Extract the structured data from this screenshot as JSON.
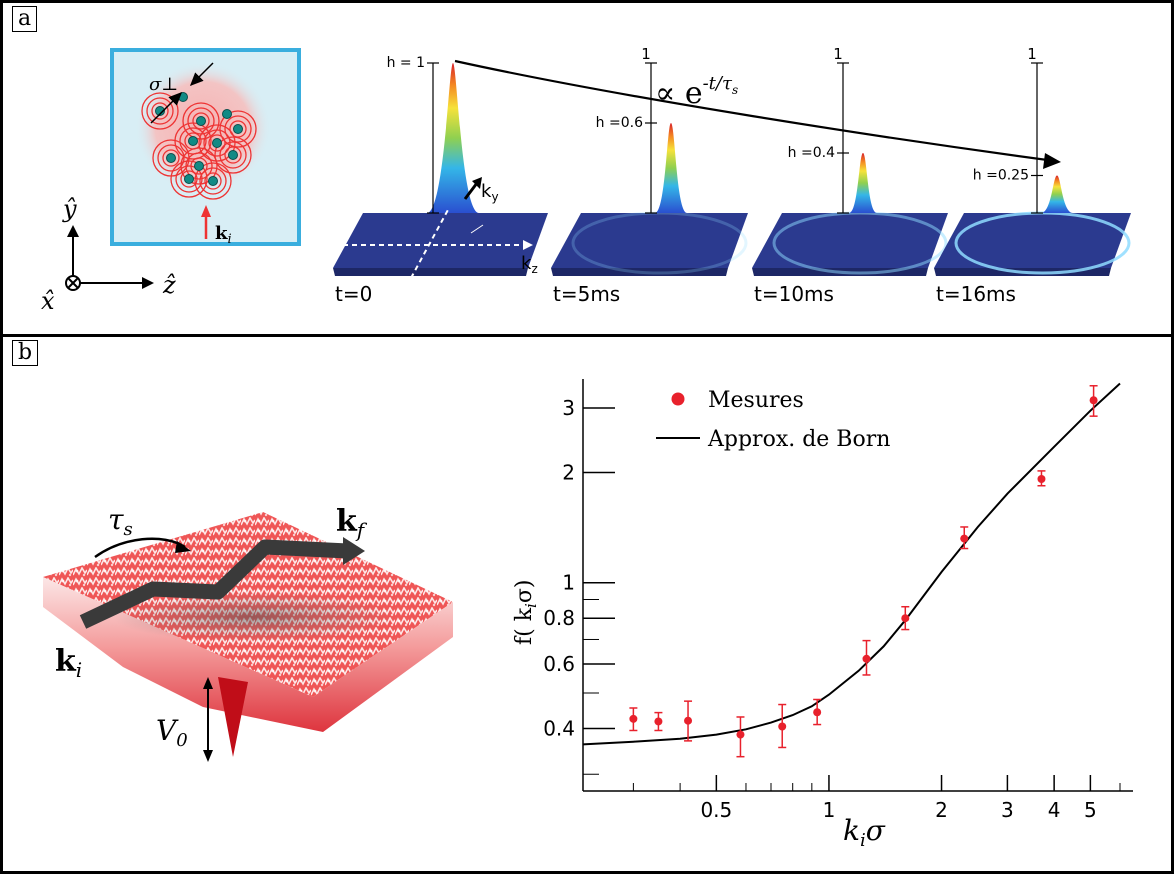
{
  "panel_a": {
    "tag": "a",
    "axes": {
      "y": "ŷ",
      "x": "x̂",
      "z": "ẑ"
    },
    "inset": {
      "sigma_label": "σ⊥",
      "k_label": "k",
      "k_sub": "i"
    },
    "decay_label": "∝ e",
    "decay_exp": "-t/τ",
    "decay_exp_sub": "s",
    "k_labels": {
      "ky": "k",
      "ky_sub": "y",
      "kz": "k",
      "kz_sub": "z"
    },
    "frames": [
      {
        "time": "t=0",
        "h_label": "h = 1",
        "ref_label": "",
        "h": 1.0
      },
      {
        "time": "t=5ms",
        "h_label": "h =0.6",
        "ref_label": "1",
        "h": 0.6
      },
      {
        "time": "t=10ms",
        "h_label": "h =0.4",
        "ref_label": "1",
        "h": 0.4
      },
      {
        "time": "t=16ms",
        "h_label": "h =0.25",
        "ref_label": "1",
        "h": 0.25
      }
    ]
  },
  "panel_b": {
    "tag": "b",
    "landscape": {
      "tau": "τ",
      "tau_sub": "s",
      "kf": "k",
      "kf_sub": "f",
      "ki": "k",
      "ki_sub": "i",
      "v0": "V",
      "v0_sub": "0"
    },
    "chart_data": {
      "type": "scatter",
      "scale": "log-log",
      "xlabel": "k",
      "xlabel_sub": "i",
      "xlabel_tail": "σ",
      "ylabel": "f( k",
      "ylabel_sub": "i",
      "ylabel_tail": "σ)",
      "xlim": [
        0.22,
        6.5
      ],
      "ylim": [
        0.27,
        3.6
      ],
      "xticks": [
        {
          "v": 0.5,
          "label": "0.5"
        },
        {
          "v": 1,
          "label": "1"
        },
        {
          "v": 2,
          "label": "2"
        },
        {
          "v": 3,
          "label": "3"
        },
        {
          "v": 4,
          "label": "4"
        },
        {
          "v": 5,
          "label": "5"
        }
      ],
      "yticks": [
        {
          "v": 0.4,
          "label": "0.4"
        },
        {
          "v": 0.6,
          "label": "0.6"
        },
        {
          "v": 0.8,
          "label": "0.8"
        },
        {
          "v": 1,
          "label": "1"
        },
        {
          "v": 2,
          "label": "2"
        },
        {
          "v": 3,
          "label": "3"
        }
      ],
      "legend": {
        "placement": "top-left",
        "measures": "Mesures",
        "born": "Approx. de Born"
      },
      "series": [
        {
          "name": "Mesures",
          "color": "#e8212c",
          "points": [
            {
              "x": 0.3,
              "y": 0.425,
              "lo": 0.395,
              "hi": 0.455
            },
            {
              "x": 0.35,
              "y": 0.418,
              "lo": 0.395,
              "hi": 0.442
            },
            {
              "x": 0.42,
              "y": 0.42,
              "lo": 0.37,
              "hi": 0.475
            },
            {
              "x": 0.58,
              "y": 0.385,
              "lo": 0.335,
              "hi": 0.43
            },
            {
              "x": 0.75,
              "y": 0.405,
              "lo": 0.355,
              "hi": 0.465
            },
            {
              "x": 0.93,
              "y": 0.443,
              "lo": 0.41,
              "hi": 0.48
            },
            {
              "x": 1.26,
              "y": 0.62,
              "lo": 0.56,
              "hi": 0.695
            },
            {
              "x": 1.6,
              "y": 0.8,
              "lo": 0.745,
              "hi": 0.86
            },
            {
              "x": 2.3,
              "y": 1.32,
              "lo": 1.24,
              "hi": 1.42
            },
            {
              "x": 3.7,
              "y": 1.92,
              "lo": 1.84,
              "hi": 2.02
            },
            {
              "x": 5.1,
              "y": 3.15,
              "lo": 2.85,
              "hi": 3.45
            }
          ]
        },
        {
          "name": "Approx. de Born",
          "color": "#000000",
          "line": [
            {
              "x": 0.22,
              "y": 0.362
            },
            {
              "x": 0.3,
              "y": 0.368
            },
            {
              "x": 0.4,
              "y": 0.375
            },
            {
              "x": 0.5,
              "y": 0.385
            },
            {
              "x": 0.6,
              "y": 0.398
            },
            {
              "x": 0.7,
              "y": 0.415
            },
            {
              "x": 0.8,
              "y": 0.435
            },
            {
              "x": 0.9,
              "y": 0.46
            },
            {
              "x": 1.0,
              "y": 0.495
            },
            {
              "x": 1.2,
              "y": 0.575
            },
            {
              "x": 1.4,
              "y": 0.67
            },
            {
              "x": 1.6,
              "y": 0.79
            },
            {
              "x": 2.0,
              "y": 1.07
            },
            {
              "x": 2.5,
              "y": 1.42
            },
            {
              "x": 3.0,
              "y": 1.75
            },
            {
              "x": 4.0,
              "y": 2.35
            },
            {
              "x": 5.0,
              "y": 2.95
            },
            {
              "x": 6.0,
              "y": 3.5
            }
          ]
        }
      ]
    }
  },
  "colors": {
    "inset_border": "#3aaede",
    "inset_bg": "#d8eef5",
    "accent_red": "#e8212c",
    "floor_blue": "#2b3a8f"
  }
}
